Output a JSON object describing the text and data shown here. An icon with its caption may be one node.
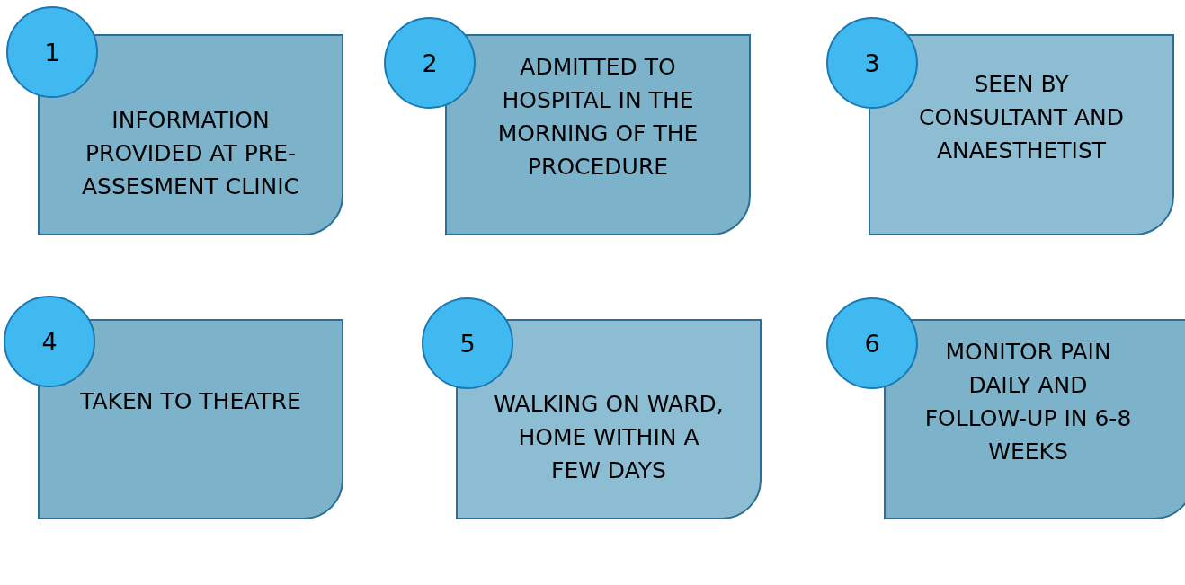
{
  "diagram": {
    "nodes": [
      {
        "text": [
          "1"
        ]
      },
      {
        "text": [
          "INFORMATION PROVIDED AT PRE-ASSESMENT CLINIC"
        ]
      },
      {
        "text": [
          "2"
        ]
      },
      {
        "text": [
          "ADMITTED TO HOSPITAL IN THE MORNING OF THE PROCEDURE"
        ]
      },
      {
        "text": [
          "3"
        ]
      },
      {
        "text": [
          "SEEN BY CONSULTANT AND ANAESTHETIST"
        ]
      },
      {
        "text": [
          "4"
        ]
      },
      {
        "text": [
          "TAKEN TO THEATRE"
        ]
      },
      {
        "text": [
          "5"
        ]
      },
      {
        "text": [
          "WALKING ON WARD, HOME WITHIN A FEW DAYS"
        ]
      },
      {
        "text": [
          "6"
        ]
      },
      {
        "text": [
          "MONITOR PAIN DAILY AND FOLLOW-UP IN 6-8 WEEKS"
        ]
      }
    ]
  }
}
